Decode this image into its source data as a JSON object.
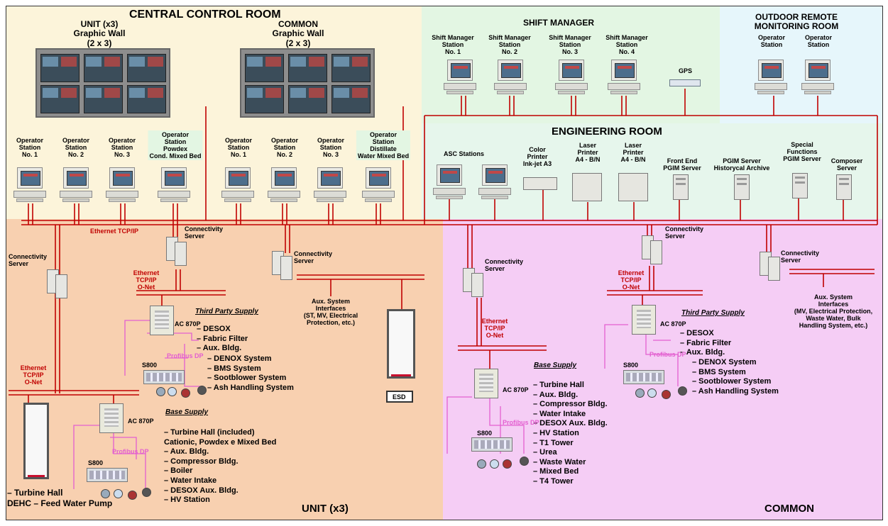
{
  "colors": {
    "unit_zone": "#f8d0b0",
    "common_zone": "#f5cdf5",
    "central_zone": "#fcf4da",
    "shift_zone": "#e3f6e3",
    "outdoor_zone": "#e6f6fb",
    "bus": "#c00000",
    "profibus": "#e35fd0"
  },
  "zones": {
    "central": "CENTRAL CONTROL ROOM",
    "unit_wall": [
      "UNIT (x3)",
      "Graphic Wall",
      "(2 x 3)"
    ],
    "common_wall": [
      "COMMON",
      "Graphic Wall",
      "(2 x 3)"
    ],
    "shift": "SHIFT MANAGER",
    "outdoor": [
      "OUTDOOR REMOTE",
      "MONITORING ROOM"
    ],
    "engineering": "ENGINEERING ROOM",
    "unit": "UNIT (x3)",
    "common": "COMMON"
  },
  "shift_stations": [
    [
      "Shift Manager",
      "Station",
      "No. 1"
    ],
    [
      "Shift Manager",
      "Station",
      "No. 2"
    ],
    [
      "Shift Manager",
      "Station",
      "No. 3"
    ],
    [
      "Shift Manager",
      "Station",
      "No. 4"
    ]
  ],
  "gps": "GPS",
  "outdoor_stations": [
    [
      "Operator",
      "Station"
    ],
    [
      "Operator",
      "Station"
    ]
  ],
  "unit_stations": [
    [
      "Operator",
      "Station",
      "No. 1"
    ],
    [
      "Operator",
      "Station",
      "No. 2"
    ],
    [
      "Operator",
      "Station",
      "No. 3"
    ],
    [
      "Operator",
      "Station",
      "Powdex",
      "Cond. Mixed Bed"
    ]
  ],
  "common_stations": [
    [
      "Operator",
      "Station",
      "No. 1"
    ],
    [
      "Operator",
      "Station",
      "No. 2"
    ],
    [
      "Operator",
      "Station",
      "No. 3"
    ],
    [
      "Operator",
      "Station",
      "Distillate",
      "Water Mixed Bed"
    ]
  ],
  "eng": {
    "asc": "ASC Stations",
    "color_printer": [
      "Color",
      "Printer",
      "Ink-jet A3"
    ],
    "laser1": [
      "Laser",
      "Printer",
      "A4 - B/N"
    ],
    "laser2": [
      "Laser",
      "Printer",
      "A4 - B/N"
    ],
    "front_end": [
      "Front End",
      "PGIM Server"
    ],
    "pgim": [
      "PGIM Server",
      "Historycal Archive"
    ],
    "special": [
      "Special",
      "Functions",
      "PGIM Server"
    ],
    "composer": [
      "Composer",
      "Server"
    ]
  },
  "net": {
    "ethernet": "Ethernet TCP/IP",
    "ethernet_onet": [
      "Ethernet",
      "TCP/IP",
      "O-Net"
    ],
    "connectivity": [
      "Connectivity",
      "Server"
    ],
    "profibus": "Profibus DP",
    "ac870p": "AC 870P",
    "s800": "S800",
    "esd": "ESD"
  },
  "unit_aux": [
    "Aux. System",
    "Interfaces",
    "(ST, MV, Electrical",
    "Protection, etc.)"
  ],
  "common_aux": [
    "Aux. System",
    "Interfaces",
    "(MV, Electrical Protection,",
    "Waste Water, Bulk",
    "Handling System, etc.)"
  ],
  "unit_third": {
    "title": "Third Party Supply",
    "items": [
      "– DESOX",
      "– Fabric Filter",
      "– Aux. Bldg."
    ],
    "sub": [
      "– DENOX System",
      "– BMS System",
      "– Sootblower System",
      "– Ash Handling System"
    ]
  },
  "unit_base": {
    "title": "Base Supply",
    "items": [
      "– Turbine Hall (included)",
      "   Cationic, Powdex e Mixed Bed",
      "– Aux. Bldg.",
      "– Compressor Bldg.",
      "– Boiler",
      "– Water Intake",
      "– DESOX Aux. Bldg.",
      "– HV Station"
    ]
  },
  "turbine": [
    "– Turbine Hall",
    "   DEHC – Feed Water Pump"
  ],
  "common_third": {
    "title": "Third Party Supply",
    "items": [
      "– DESOX",
      "– Fabric Filter",
      "– Aux. Bldg."
    ],
    "sub": [
      "– DENOX System",
      "– BMS System",
      "– Sootblower System",
      "– Ash Handling System"
    ]
  },
  "common_base": {
    "title": "Base Supply",
    "items": [
      "– Turbine Hall",
      "– Aux. Bldg.",
      "– Compressor Bldg.",
      "– Water Intake",
      "– DESOX Aux. Bldg.",
      "– HV Station",
      "– T1 Tower",
      "– Urea",
      "– Waste Water",
      "– Mixed Bed",
      "– T4 Tower"
    ]
  }
}
